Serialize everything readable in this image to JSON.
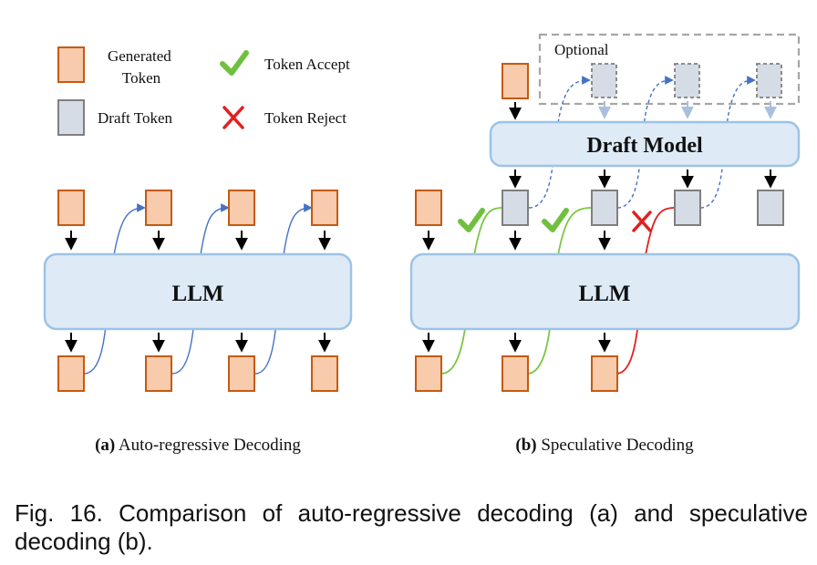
{
  "colors": {
    "generated_fill": "#F8CBAD",
    "generated_stroke": "#C55A11",
    "draft_fill": "#D6DCE5",
    "draft_stroke": "#7F7F7F",
    "model_fill": "#DEEBF7",
    "model_stroke": "#9DC3E6",
    "flow_arrow": "#4472C4",
    "accept": "#70C040",
    "reject": "#E02020",
    "optional_arrow": "#A9BFDF"
  },
  "legend": {
    "generated_token": "Generated Token",
    "generated_token_line1": "Generated",
    "generated_token_line2": "Token",
    "draft_token": "Draft Token",
    "token_accept": "Token Accept",
    "token_reject": "Token Reject"
  },
  "panel_a": {
    "model_label": "LLM",
    "caption_prefix": "(a)",
    "caption_text": " Auto-regressive Decoding"
  },
  "panel_b": {
    "model_label": "LLM",
    "draft_model_label": "Draft Model",
    "optional_label": "Optional",
    "caption_prefix": "(b)",
    "caption_text": " Speculative Decoding"
  },
  "figure_caption": "Fig. 16. Comparison of auto-regressive decoding (a) and speculative decoding (b)."
}
